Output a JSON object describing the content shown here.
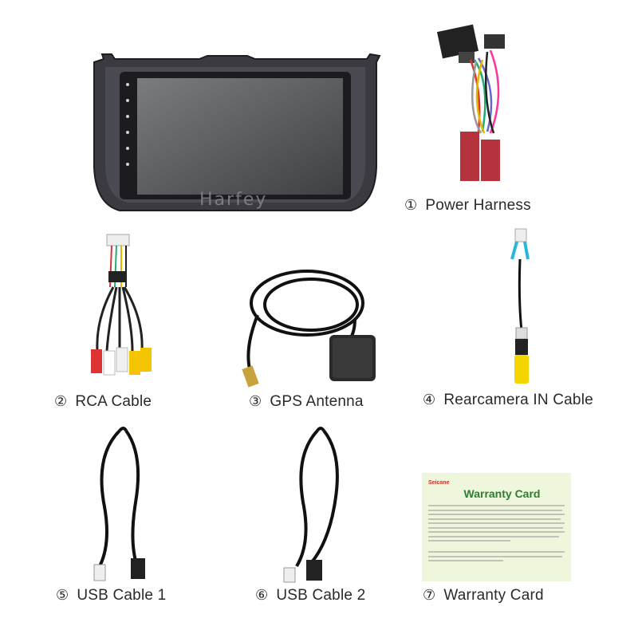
{
  "items": [
    {
      "number": "①",
      "label": "Power Harness"
    },
    {
      "number": "②",
      "label": "RCA Cable"
    },
    {
      "number": "③",
      "label": "GPS Antenna"
    },
    {
      "number": "④",
      "label": "Rearcamera IN Cable"
    },
    {
      "number": "⑤",
      "label": "USB Cable 1"
    },
    {
      "number": "⑥",
      "label": "USB Cable 2"
    },
    {
      "number": "⑦",
      "label": "Warranty Card"
    }
  ],
  "head_unit": {
    "watermark": "Harfey"
  },
  "warranty_card": {
    "brand": "Seicane",
    "title": "Warranty Card"
  }
}
